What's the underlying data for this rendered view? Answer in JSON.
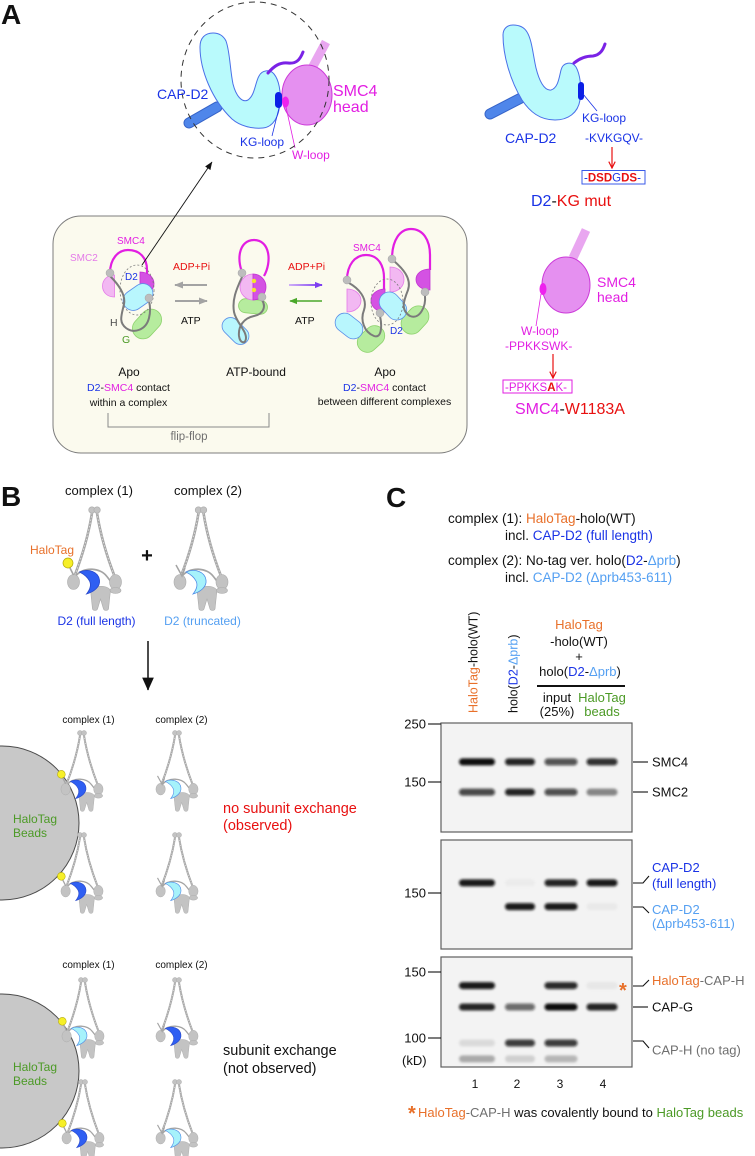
{
  "colors": {
    "ink": "#111111",
    "cap_d2_blue": "#1a33e6",
    "cap_d2_truncated_blue": "#55a0f2",
    "smc4_magenta": "#e21ee2",
    "smc2_pink": "#e47ae8",
    "mutation_red": "#e81010",
    "halotag_orange": "#e8702a",
    "halotag_beads_green": "#4c9a26",
    "cap_h_gray": "#6f6f6f",
    "d2_full_length_fill": "#2f5ff2",
    "d2_truncated_fill": "#a6f2fb",
    "halotag_ball_yellow": "#f6ef28",
    "bead_gray": "#c8c8c8",
    "cycle_box_cream": "#fbfaee",
    "gel_background": "#f3f3f3"
  },
  "panel_a": {
    "label": "A",
    "contact_view": {
      "cap_d2": "CAP-D2",
      "kg_loop": "KG-loop",
      "w_loop": "W-loop",
      "smc4_line1": "SMC4",
      "smc4_line2": "head"
    },
    "cycle": {
      "apo_left": {
        "smc4": "SMC4",
        "smc2": "SMC2",
        "d2": "D2",
        "h": "H",
        "g": "G",
        "state": "Apo",
        "caption": {
          "d2": "D2",
          "dash": "-",
          "smc4": "SMC4",
          "rest": " contact",
          "line2": "within a complex"
        }
      },
      "transition_left": {
        "hydrolysis": "ADP+Pi",
        "binding": "ATP"
      },
      "atp_bound": {
        "state": "ATP-bound"
      },
      "transition_right": {
        "hydrolysis": "ADP+Pi",
        "binding": "ATP"
      },
      "apo_right": {
        "smc4": "SMC4",
        "d2": "D2",
        "state": "Apo",
        "caption": {
          "d2": "D2",
          "dash": "-",
          "smc4": "SMC4",
          "rest": " contact",
          "line2": "between different complexes"
        }
      },
      "bracket_label": "flip-flop"
    },
    "kg_mutant": {
      "cap_d2": "CAP-D2",
      "kg_loop": "KG-loop",
      "wild_type_seq": "-KVKGQV-",
      "mutant_seq": [
        {
          "text": "-",
          "mutated": false
        },
        {
          "text": "DSD",
          "mutated": true
        },
        {
          "text": "G",
          "mutated": false
        },
        {
          "text": "DS",
          "mutated": true
        },
        {
          "text": "-",
          "mutated": false
        }
      ],
      "title": {
        "d2": "D2",
        "dash": "-",
        "mut": "KG mut"
      }
    },
    "w_mutant": {
      "smc4_line1": "SMC4",
      "smc4_line2": "head",
      "w_loop": "W-loop",
      "wild_type_seq": "-PPKKSWK-",
      "mutant_seq": [
        {
          "text": "-PPKKS",
          "mutated": false
        },
        {
          "text": "A",
          "mutated": true
        },
        {
          "text": "K-",
          "mutated": false
        }
      ],
      "title": {
        "smc4": "SMC4",
        "dash": "-",
        "mut": "W1183A"
      }
    }
  },
  "panel_b": {
    "label": "B",
    "setup": {
      "complex1": "complex (1)",
      "complex2": "complex (2)",
      "tag_label": "HaloTag",
      "plus": "+",
      "d2_full": "D2 (full length)",
      "d2_truncated": "D2 (truncated)",
      "complexes": [
        {
          "complex": "complex (1)",
          "d2": "full length",
          "halotag": true
        },
        {
          "complex": "complex (2)",
          "d2": "truncated",
          "halotag": false
        }
      ]
    },
    "scenarios": [
      {
        "complex1": "complex (1)",
        "complex2": "complex (2)",
        "bead_line1": "HaloTag",
        "bead_line2": "Beads",
        "outcome_line1": "no subunit exchange",
        "outcome_line2": "(observed)",
        "rows": [
          [
            {
              "complex": "complex (1)",
              "d2": "full length",
              "halotag": true
            },
            {
              "complex": "complex (2)",
              "d2": "truncated",
              "halotag": false
            }
          ],
          [
            {
              "complex": "complex (1)",
              "d2": "full length",
              "halotag": true
            },
            {
              "complex": "complex (2)",
              "d2": "truncated",
              "halotag": false
            }
          ]
        ]
      },
      {
        "complex1": "complex (1)",
        "complex2": "complex (2)",
        "bead_line1": "HaloTag",
        "bead_line2": "Beads",
        "outcome_line1": "subunit exchange",
        "outcome_line2": "(not observed)",
        "rows": [
          [
            {
              "complex": "complex (1)",
              "d2": "truncated",
              "halotag": true
            },
            {
              "complex": "complex (2)",
              "d2": "full length",
              "halotag": false
            }
          ],
          [
            {
              "complex": "complex (1)",
              "d2": "full length",
              "halotag": true
            },
            {
              "complex": "complex (2)",
              "d2": "truncated",
              "halotag": false
            }
          ]
        ]
      }
    ]
  },
  "panel_c": {
    "label": "C",
    "legend": {
      "complex1": {
        "prefix": "complex (1): ",
        "tag": "HaloTag",
        "rest": "-holo(WT)",
        "incl": "incl. ",
        "subunit": "CAP-D2 (full length)"
      },
      "complex2": {
        "prefix": "complex (2): No-tag ver. holo(",
        "d2": "D2",
        "dash": "-",
        "mut": "Δprb",
        "close": ")",
        "incl": "incl. ",
        "subunit": "CAP-D2 (Δprb453-611)"
      }
    },
    "lane_headers": {
      "lane1": {
        "tag": "HaloTag",
        "rest": "-holo(WT)"
      },
      "lane2": {
        "pre": "holo(",
        "d2": "D2",
        "dash": "-",
        "mut": "Δprb",
        "close": ")"
      },
      "mix": {
        "tag": "HaloTag",
        "line2": "-holo(WT)",
        "plus": "+",
        "pre": "holo(",
        "d2": "D2",
        "dash": "-",
        "mut": "Δprb",
        "close": ")"
      },
      "input": {
        "line1": "input",
        "line2": "(25%)"
      },
      "beads": {
        "line1": "HaloTag",
        "line2": "beads"
      }
    },
    "gel": {
      "lanes": [
        "1",
        "2",
        "3",
        "4"
      ],
      "panels": [
        {
          "name": "SMC subunits",
          "markers": [
            {
              "label": "250",
              "kda": 250
            },
            {
              "label": "150",
              "kda": 150
            }
          ],
          "bands": [
            {
              "label": "SMC4",
              "apparent_kda": 179,
              "intensity": [
                1.0,
                0.9,
                0.7,
                0.85
              ]
            },
            {
              "label": "SMC2",
              "apparent_kda": 137,
              "intensity": [
                0.75,
                0.9,
                0.72,
                0.45
              ]
            }
          ]
        },
        {
          "name": "CAP-D2",
          "markers": [
            {
              "label": "150",
              "kda": 150
            }
          ],
          "bands": [
            {
              "label": "CAP-D2",
              "label_line2": "(full length)",
              "apparent_kda": 164,
              "intensity": [
                0.95,
                0.03,
                0.9,
                0.95
              ]
            },
            {
              "label": "CAP-D2",
              "label_line2": "(Δprb453-611)",
              "apparent_kda": 133,
              "intensity": [
                0.0,
                0.95,
                0.95,
                0.04
              ]
            }
          ]
        },
        {
          "name": "CAP-G / CAP-H",
          "unit": "(kD)",
          "markers": [
            {
              "label": "150",
              "kda": 150
            },
            {
              "label": "100",
              "kda": 100
            }
          ],
          "bands": [
            {
              "label_tag": "HaloTag",
              "label": "-CAP-H",
              "marker": "*",
              "apparent_kda": 138,
              "intensity": [
                0.95,
                0.0,
                0.88,
                0.05
              ]
            },
            {
              "label": "CAP-G",
              "apparent_kda": 121,
              "intensity": [
                0.9,
                0.6,
                1.0,
                0.9
              ]
            },
            {
              "label": "CAP-H (no tag)",
              "apparent_kda": 97,
              "intensity": [
                0.1,
                0.8,
                0.8,
                0.0
              ]
            },
            {
              "label": "",
              "unlabeled": true,
              "apparent_kda": 88,
              "intensity": [
                0.3,
                0.15,
                0.25,
                0.0
              ]
            }
          ]
        }
      ]
    },
    "footnote": {
      "star": "*",
      "tag": "HaloTag",
      "subunit": "-CAP-H",
      "middle": " was covalently bound to ",
      "beads": "HaloTag beads"
    }
  }
}
